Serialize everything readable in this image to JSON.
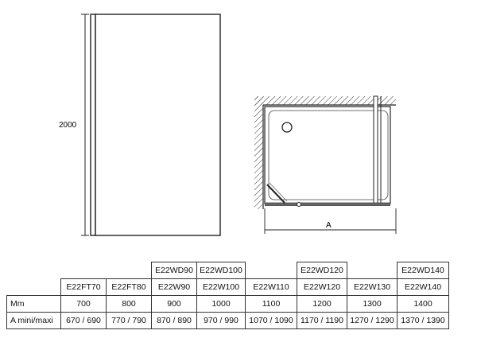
{
  "front_view": {
    "height_label": "2000"
  },
  "plan_view": {
    "width_label": "A"
  },
  "table": {
    "rows": [
      {
        "label": "",
        "cells": [
          "",
          "",
          "E22WD90",
          "E22WD100",
          "",
          "E22WD120",
          "",
          "E22WD140"
        ]
      },
      {
        "label": "",
        "cells": [
          "E22FT70",
          "E22FT80",
          "E22W90",
          "E22W100",
          "E22W110",
          "E22W120",
          "E22W130",
          "E22W140"
        ]
      },
      {
        "label": "Mm",
        "cells": [
          "700",
          "800",
          "900",
          "1000",
          "1100",
          "1200",
          "1300",
          "1400"
        ]
      },
      {
        "label": "A mini/maxi",
        "cells": [
          "670 / 690",
          "770 / 790",
          "870 / 890",
          "970 / 990",
          "1070 / 1090",
          "1170 / 1190",
          "1270 / 1290",
          "1370 / 1390"
        ]
      }
    ]
  }
}
